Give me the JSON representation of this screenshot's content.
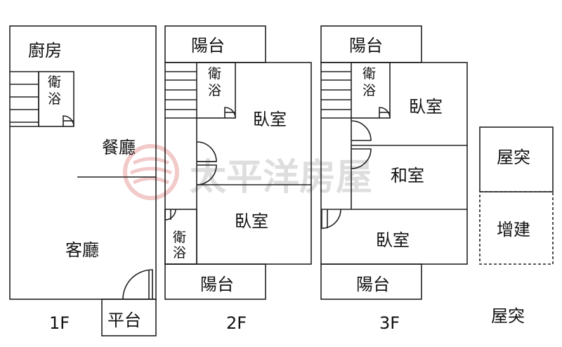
{
  "watermark": {
    "text": "太平洋房屋"
  },
  "floor_1": {
    "kitchen": "廚房",
    "bath": "衛\n浴",
    "dining": "餐廳",
    "living": "客廳",
    "platform": "平台",
    "label": "1F"
  },
  "floor_2": {
    "balcony_top": "陽台",
    "bath_top": "衛\n浴",
    "bedroom_1": "臥室",
    "bedroom_2": "臥室",
    "bath_bottom": "衛\n浴",
    "balcony_bottom": "陽台",
    "label": "2F"
  },
  "floor_3": {
    "balcony_top": "陽台",
    "bath": "衛\n浴",
    "bedroom_1": "臥室",
    "japanese_room": "和室",
    "bedroom_2": "臥室",
    "balcony_bottom": "陽台",
    "label": "3F"
  },
  "roof": {
    "rooftop": "屋突",
    "extension": "增建",
    "label": "屋突"
  },
  "colors": {
    "line": "#222222",
    "watermark": "#d9d9d9",
    "logo": "#e8a0a0"
  }
}
